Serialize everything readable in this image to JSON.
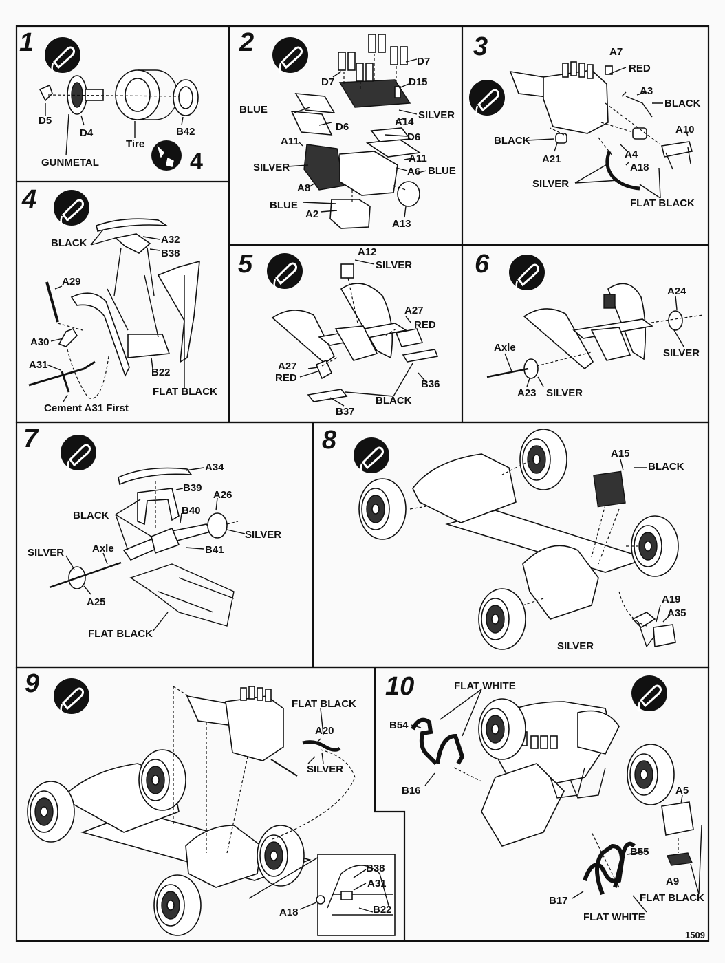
{
  "page_number": "1509",
  "icon_names": {
    "cement": "glue-tube-icon",
    "decal": "decal-icon"
  },
  "steps": {
    "s1": {
      "num": "1",
      "labels": [
        "D5",
        "D4",
        "Tire",
        "B42",
        "GUNMETAL"
      ],
      "repeat": "4"
    },
    "s2": {
      "num": "2",
      "labels": [
        "D7",
        "D7",
        "D15",
        "BLUE",
        "D6",
        "SILVER",
        "A14",
        "D6",
        "A11",
        "A11",
        "SILVER",
        "A6",
        "BLUE",
        "A8",
        "BLUE",
        "A2",
        "A13"
      ]
    },
    "s3": {
      "num": "3",
      "labels": [
        "A7",
        "RED",
        "A3",
        "BLACK",
        "A10",
        "BLACK",
        "A21",
        "A4",
        "A18",
        "SILVER",
        "FLAT BLACK"
      ]
    },
    "s4": {
      "num": "4",
      "labels": [
        "BLACK",
        "A32",
        "B38",
        "A29",
        "A30",
        "A31",
        "B22",
        "FLAT BLACK",
        "Cement A31 First"
      ]
    },
    "s5": {
      "num": "5",
      "labels": [
        "A12",
        "SILVER",
        "A27",
        "RED",
        "A27",
        "RED",
        "B36",
        "BLACK",
        "B37"
      ]
    },
    "s6": {
      "num": "6",
      "labels": [
        "A24",
        "Axle",
        "SILVER",
        "A23",
        "SILVER"
      ]
    },
    "s7": {
      "num": "7",
      "labels": [
        "A34",
        "B39",
        "A26",
        "BLACK",
        "B40",
        "SILVER",
        "B41",
        "SILVER",
        "Axle",
        "A25",
        "FLAT BLACK"
      ]
    },
    "s8": {
      "num": "8",
      "labels": [
        "A15",
        "BLACK",
        "A19",
        "A35",
        "SILVER"
      ]
    },
    "s9": {
      "num": "9",
      "labels": [
        "FLAT BLACK",
        "A20",
        "SILVER",
        "B38",
        "A31",
        "A18",
        "B22"
      ]
    },
    "s10": {
      "num": "10",
      "labels": [
        "FLAT WHITE",
        "B54",
        "B16",
        "A5",
        "B55",
        "B17",
        "A9",
        "FLAT BLACK",
        "FLAT WHITE"
      ]
    }
  }
}
